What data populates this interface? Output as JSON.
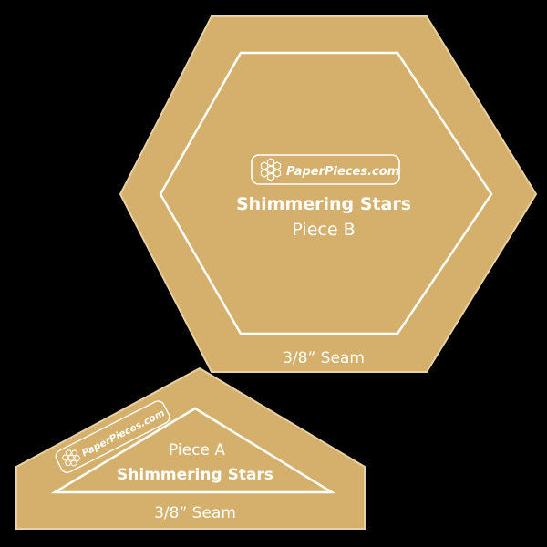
{
  "colors": {
    "background": "#000000",
    "template_fill": "#d4b06c",
    "template_edge": "#e8d2a4",
    "seam_line": "#ffffff",
    "text": "#ffffff"
  },
  "piece_b": {
    "logo_text": "PaperPieces.com",
    "title": "Shimmering Stars",
    "subtitle": "Piece B",
    "seam_label": "3/8” Seam",
    "logo_icon": "hexagon-flower-icon"
  },
  "piece_a": {
    "logo_text": "PaperPieces.com",
    "label": "Piece A",
    "title": "Shimmering Stars",
    "seam_label": "3/8” Seam",
    "logo_icon": "hexagon-flower-icon"
  }
}
